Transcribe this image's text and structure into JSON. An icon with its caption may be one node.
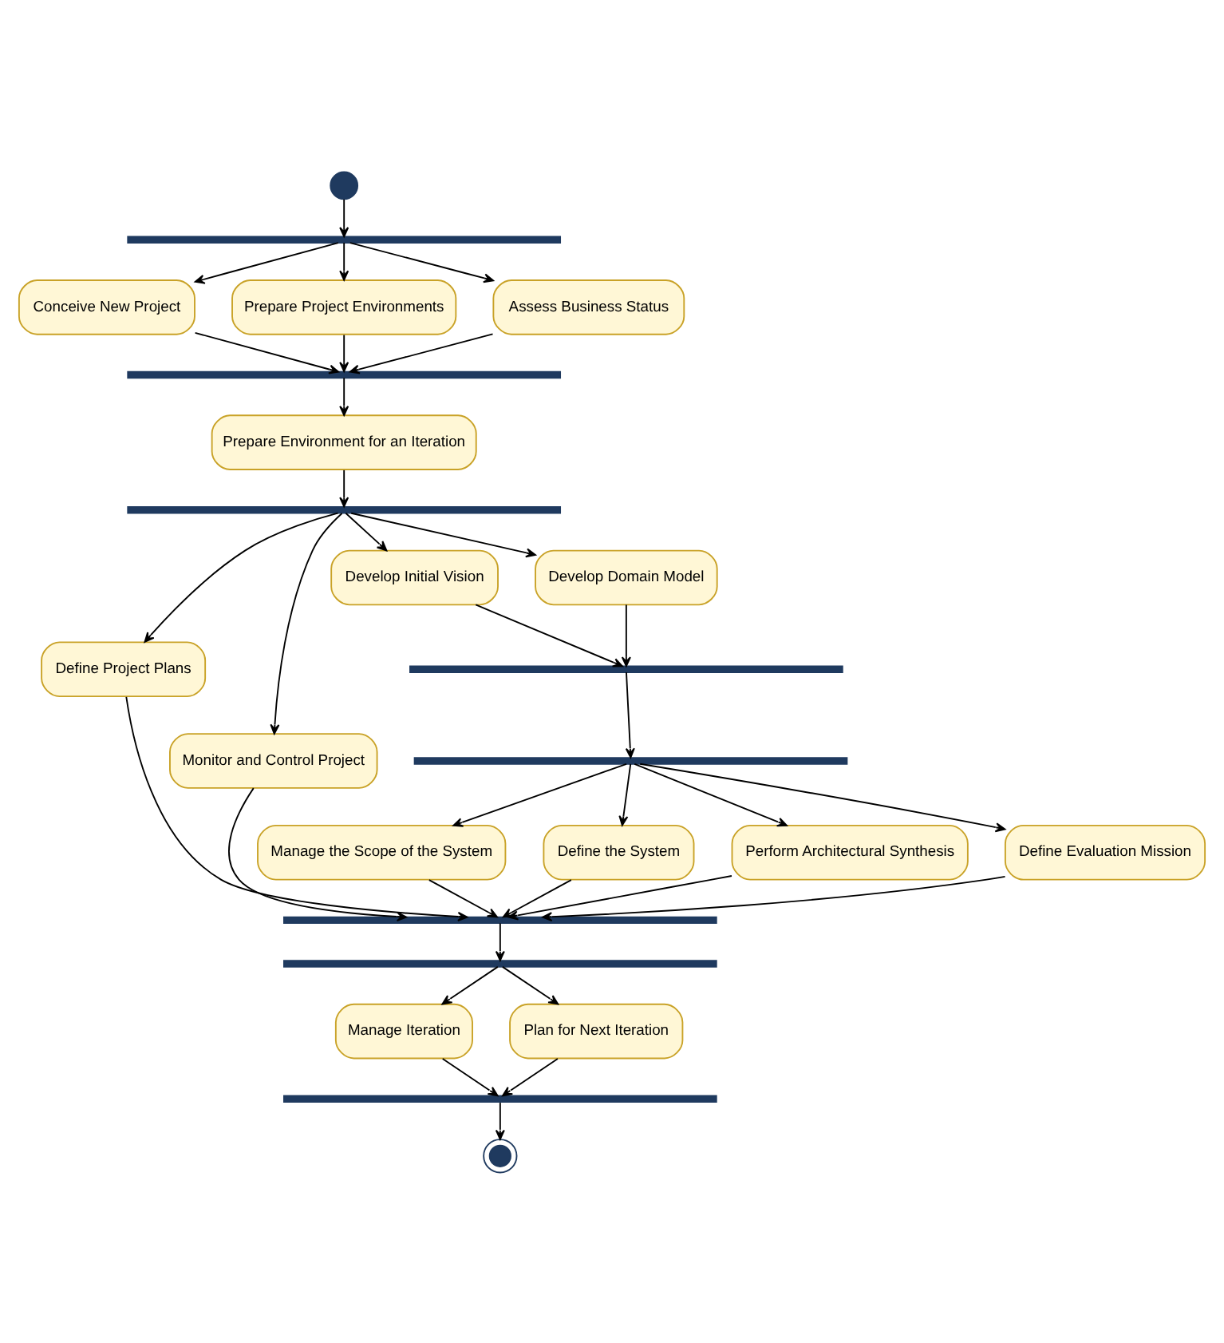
{
  "diagram": {
    "nodes": [
      {
        "text": [],
        "shape": "circle"
      },
      {
        "text": [],
        "shape": "bar"
      },
      {
        "text": [
          "Conceive New Project"
        ]
      },
      {
        "text": [
          "Prepare Project Environments"
        ]
      },
      {
        "text": [
          "Assess Business Status"
        ]
      },
      {
        "text": [],
        "shape": "bar"
      },
      {
        "text": [
          "Prepare Environment for an Iteration"
        ]
      },
      {
        "text": [],
        "shape": "bar"
      },
      {
        "text": [
          "Define Project Plans"
        ]
      },
      {
        "text": [
          "Monitor and Control Project"
        ]
      },
      {
        "text": [
          "Develop Initial Vision"
        ]
      },
      {
        "text": [
          "Develop Domain Model"
        ]
      },
      {
        "text": [],
        "shape": "bar"
      },
      {
        "text": [],
        "shape": "bar"
      },
      {
        "text": [
          "Manage the Scope of the System"
        ]
      },
      {
        "text": [
          "Define the System"
        ]
      },
      {
        "text": [
          "Perform Architectural Synthesis"
        ]
      },
      {
        "text": [
          "Define Evaluation Mission"
        ]
      },
      {
        "text": [],
        "shape": "bar"
      },
      {
        "text": [],
        "shape": "bar"
      },
      {
        "text": [
          "Manage Iteration"
        ]
      },
      {
        "text": [
          "Plan for Next Iteration"
        ]
      },
      {
        "text": [],
        "shape": "bar"
      },
      {
        "text": [],
        "shape": "circle"
      }
    ],
    "edges": [
      {
        "from": 0,
        "to": 1,
        "arrow": "to"
      },
      {
        "from": 1,
        "to": 2,
        "arrow": "to"
      },
      {
        "from": 1,
        "to": 3,
        "arrow": "to"
      },
      {
        "from": 1,
        "to": 4,
        "arrow": "to"
      },
      {
        "from": 2,
        "to": 5,
        "arrow": "to"
      },
      {
        "from": 3,
        "to": 5,
        "arrow": "to"
      },
      {
        "from": 4,
        "to": 5,
        "arrow": "to"
      },
      {
        "from": 5,
        "to": 6,
        "arrow": "to"
      },
      {
        "from": 6,
        "to": 7,
        "arrow": "to"
      },
      {
        "from": 7,
        "to": 8,
        "arrow": "to"
      },
      {
        "from": 7,
        "to": 9,
        "arrow": "to"
      },
      {
        "from": 7,
        "to": 10,
        "arrow": "to"
      },
      {
        "from": 7,
        "to": 11,
        "arrow": "to"
      },
      {
        "from": 10,
        "to": 12,
        "arrow": "to"
      },
      {
        "from": 11,
        "to": 12,
        "arrow": "to"
      },
      {
        "from": 12,
        "to": 13,
        "arrow": "to"
      },
      {
        "from": 13,
        "to": 14,
        "arrow": "to"
      },
      {
        "from": 13,
        "to": 15,
        "arrow": "to"
      },
      {
        "from": 13,
        "to": 16,
        "arrow": "to"
      },
      {
        "from": 13,
        "to": 17,
        "arrow": "to"
      },
      {
        "from": 8,
        "to": 18,
        "arrow": "to"
      },
      {
        "from": 9,
        "to": 18,
        "arrow": "to"
      },
      {
        "from": 14,
        "to": 18,
        "arrow": "to"
      },
      {
        "from": 15,
        "to": 18,
        "arrow": "to"
      },
      {
        "from": 16,
        "to": 18,
        "arrow": "to"
      },
      {
        "from": 17,
        "to": 18,
        "arrow": "to"
      },
      {
        "from": 18,
        "to": 19,
        "arrow": "to"
      },
      {
        "from": 19,
        "to": 20,
        "arrow": "to"
      },
      {
        "from": 19,
        "to": 21,
        "arrow": "to"
      },
      {
        "from": 20,
        "to": 22,
        "arrow": "to"
      },
      {
        "from": 21,
        "to": 22,
        "arrow": "to"
      },
      {
        "from": 22,
        "to": 23,
        "arrow": "to"
      }
    ]
  }
}
